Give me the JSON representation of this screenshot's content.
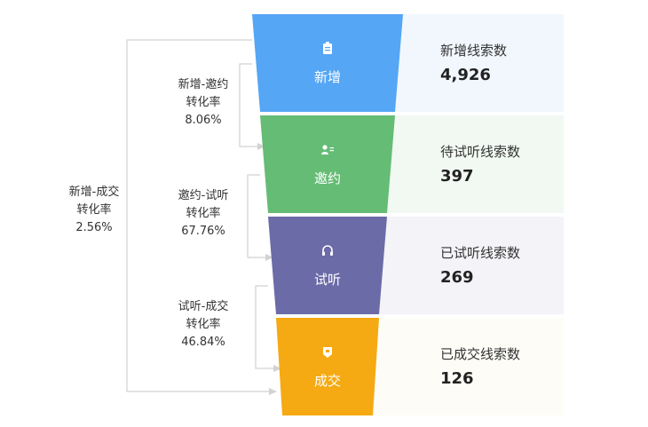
{
  "stages": [
    {
      "label": "新增",
      "metric_label": "新增线索数",
      "value": "4,926",
      "color": "#55a6f5",
      "panel_color": "#f1f7fd",
      "icon": "clipboard-icon"
    },
    {
      "label": "邀约",
      "metric_label": "待试听线索数",
      "value": "397",
      "color": "#65bc75",
      "panel_color": "#f2f9f3",
      "icon": "contact-card-icon"
    },
    {
      "label": "试听",
      "metric_label": "已试听线索数",
      "value": "269",
      "color": "#6b6ba8",
      "panel_color": "#f3f3f8",
      "icon": "headset-icon"
    },
    {
      "label": "成交",
      "metric_label": "已成交线索数",
      "value": "126",
      "color": "#f5aa13",
      "panel_color": "#fdfcf7",
      "icon": "shield-tag-icon"
    }
  ],
  "conversions": [
    {
      "line1": "新增-邀约",
      "line2": "转化率",
      "pct": "8.06%"
    },
    {
      "line1": "邀约-试听",
      "line2": "转化率",
      "pct": "67.76%"
    },
    {
      "line1": "试听-成交",
      "line2": "转化率",
      "pct": "46.84%"
    }
  ],
  "overall": {
    "line1": "新增-成交",
    "line2": "转化率",
    "pct": "2.56%"
  }
}
